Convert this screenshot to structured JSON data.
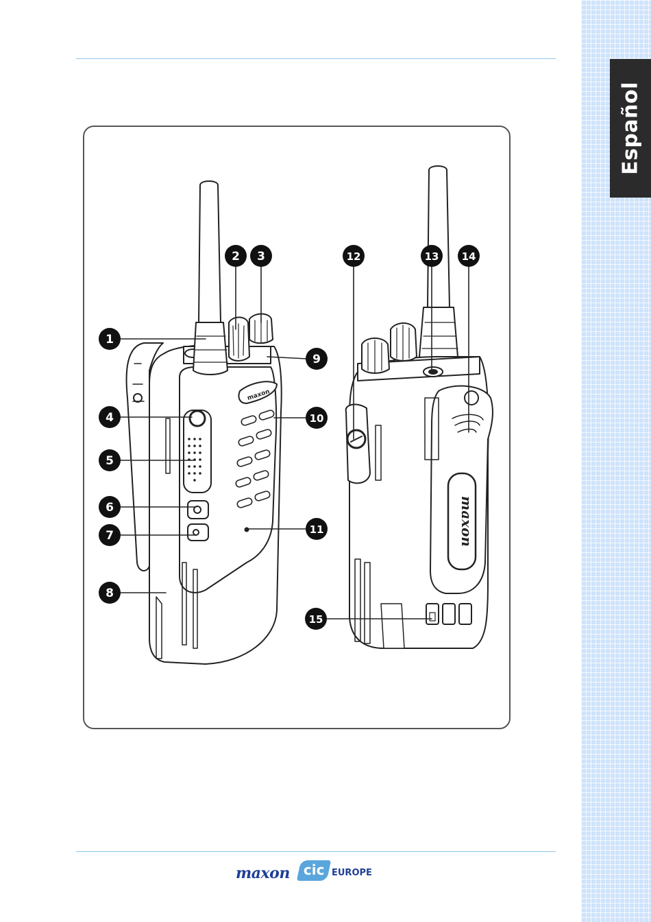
{
  "side_tab": {
    "language": "Español"
  },
  "figure": {
    "callouts": [
      "1",
      "2",
      "3",
      "4",
      "5",
      "6",
      "7",
      "8",
      "9",
      "10",
      "11",
      "12",
      "13",
      "14",
      "15"
    ],
    "front_brand": "maxon",
    "back_brand": "maxon"
  },
  "footer": {
    "logo_word": "maxon",
    "logo_badge": "cic",
    "logo_region": "EUROPE"
  }
}
